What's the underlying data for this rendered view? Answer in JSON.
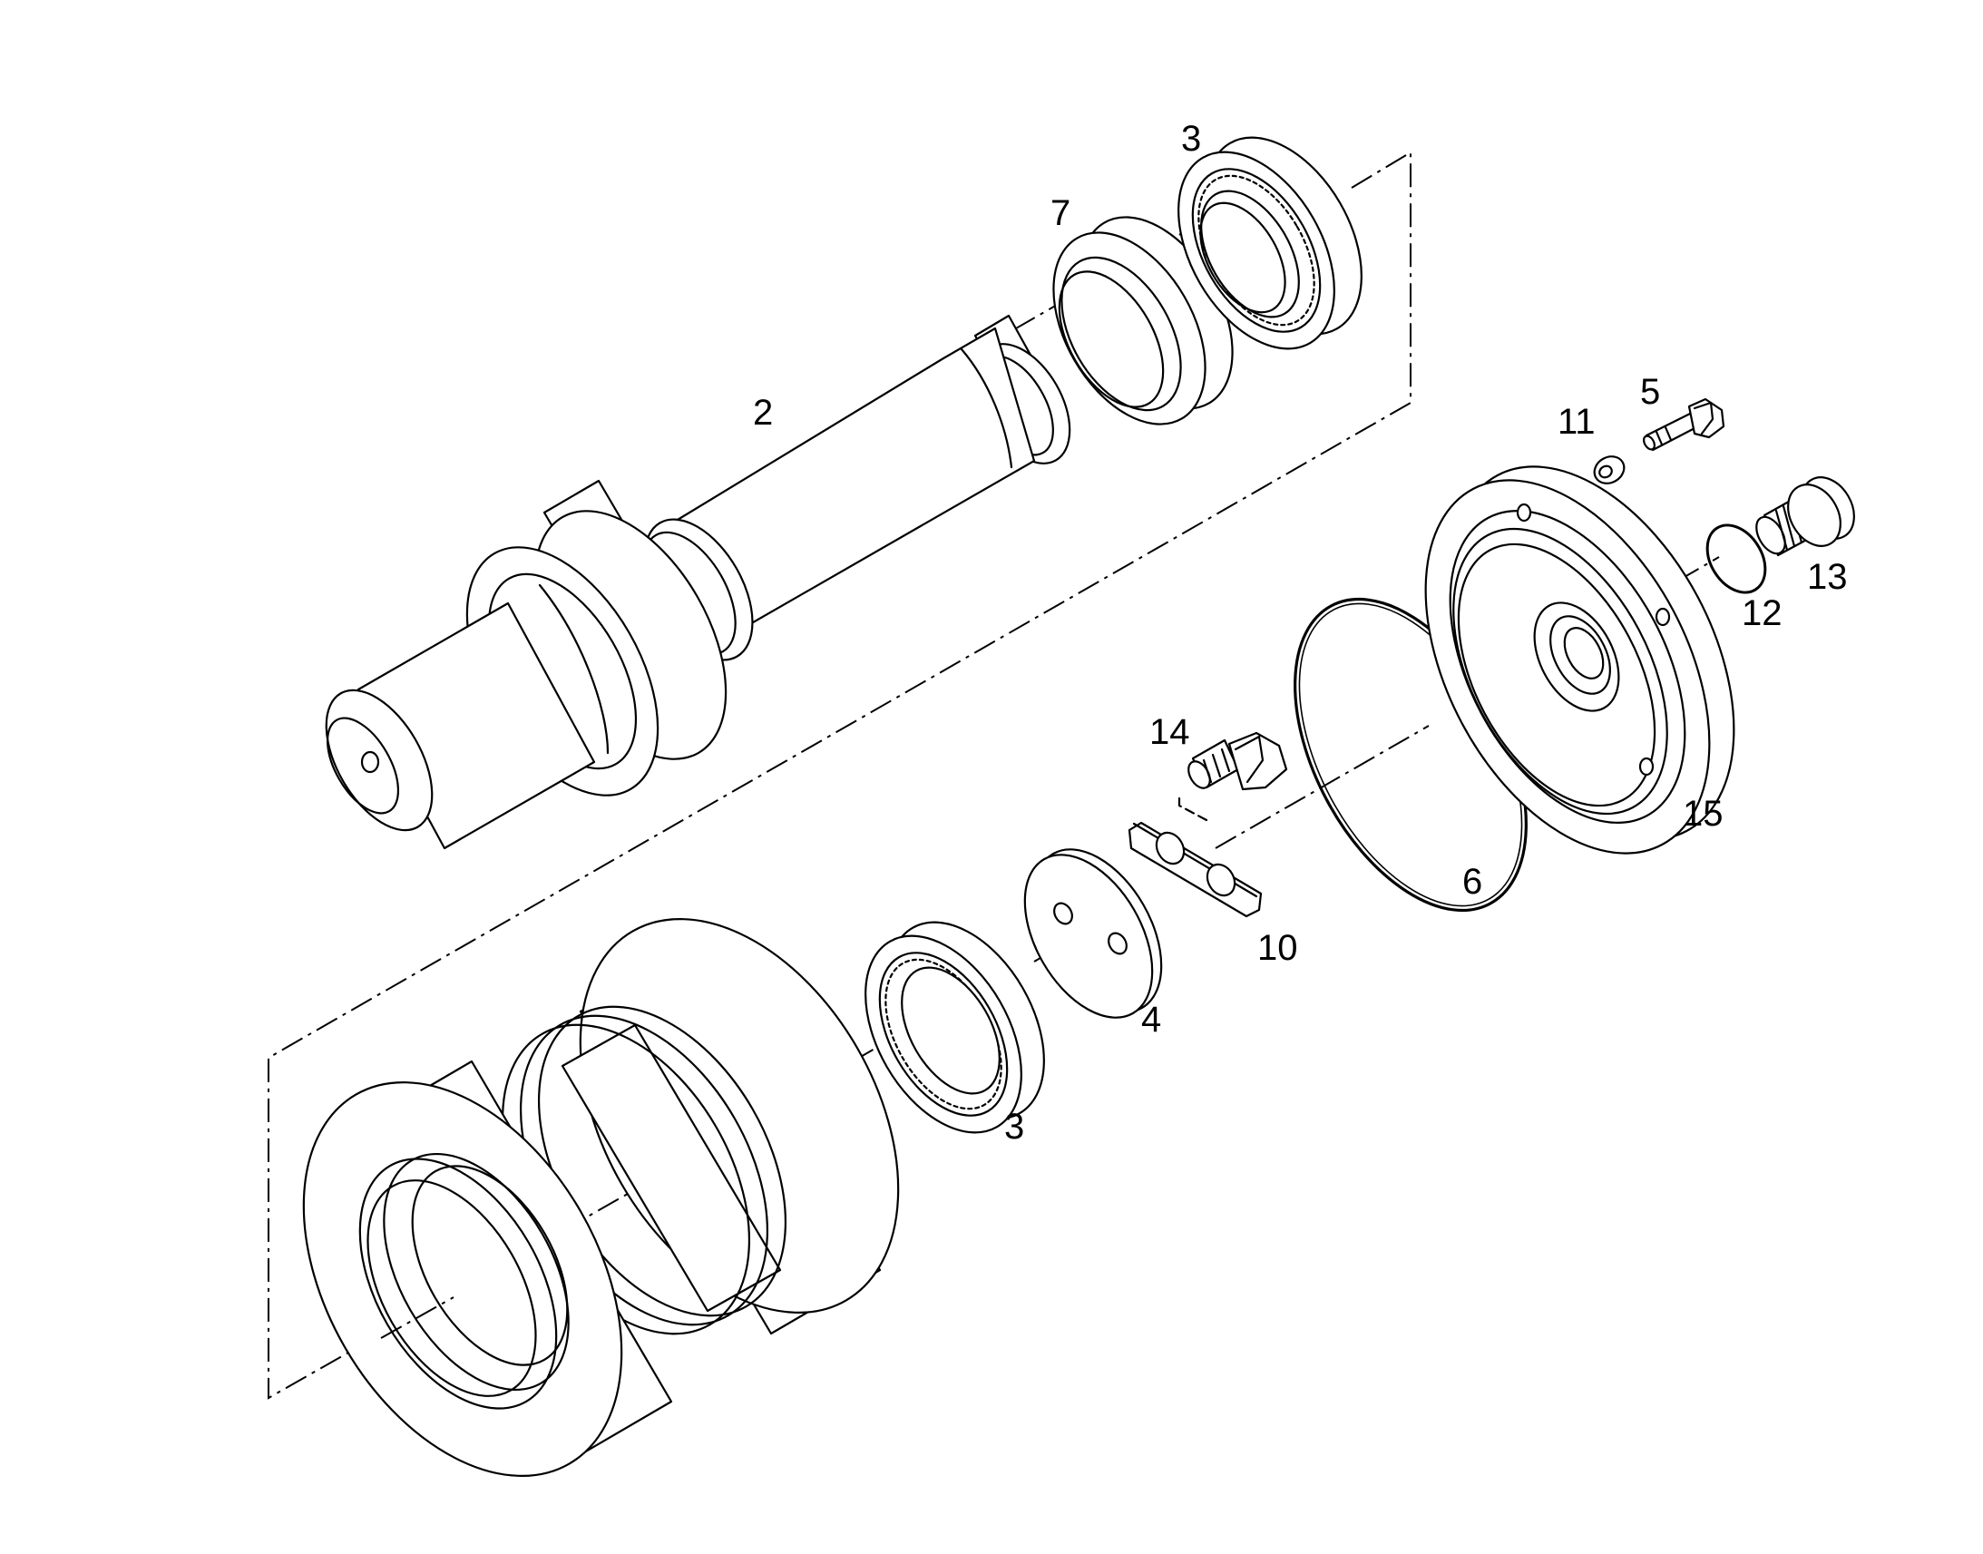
{
  "diagram": {
    "callouts": {
      "shaft": "2",
      "bearing_top": "3",
      "bearing_bottom": "3",
      "thrust_plate": "4",
      "bolt_cap": "5",
      "o_ring": "6",
      "collar": "7",
      "lock_plate": "10",
      "washer": "11",
      "plug_ring": "12",
      "plug": "13",
      "bolt_lock": "14",
      "end_cap": "15"
    },
    "colors": {
      "line": "#000000",
      "background": "#ffffff"
    }
  }
}
